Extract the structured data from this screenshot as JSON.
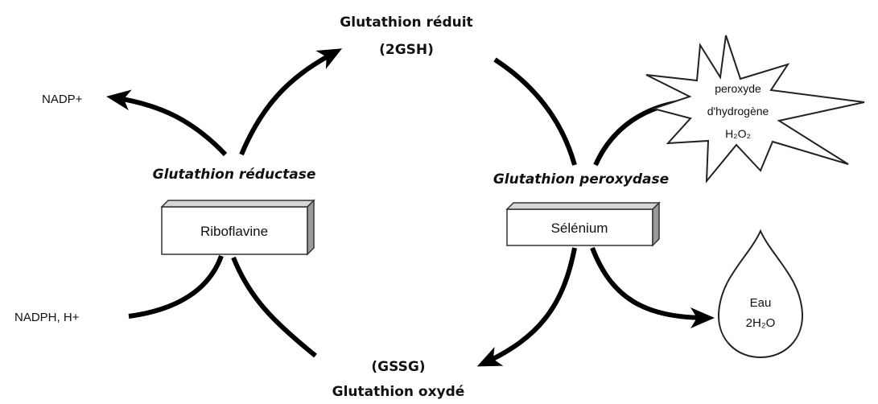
{
  "molecules": {
    "gsh_name": "Glutathion réduit",
    "gsh_formula": "(2GSH)",
    "gssg_formula": "(GSSG)",
    "gssg_name": "Glutathion oxydé",
    "nadp_plus": "NADP+",
    "nadph": "NADPH, H+"
  },
  "enzymes": {
    "reductase": "Glutathion réductase",
    "peroxydase": "Glutathion peroxydase"
  },
  "cofactors": {
    "left_box": "Riboflavine",
    "right_box": "Sélénium"
  },
  "peroxide": {
    "line1": "peroxyde",
    "line2": "d'hydrogène",
    "line3": "H₂O₂"
  },
  "water": {
    "line1": "Eau",
    "line2": "2H₂O"
  }
}
